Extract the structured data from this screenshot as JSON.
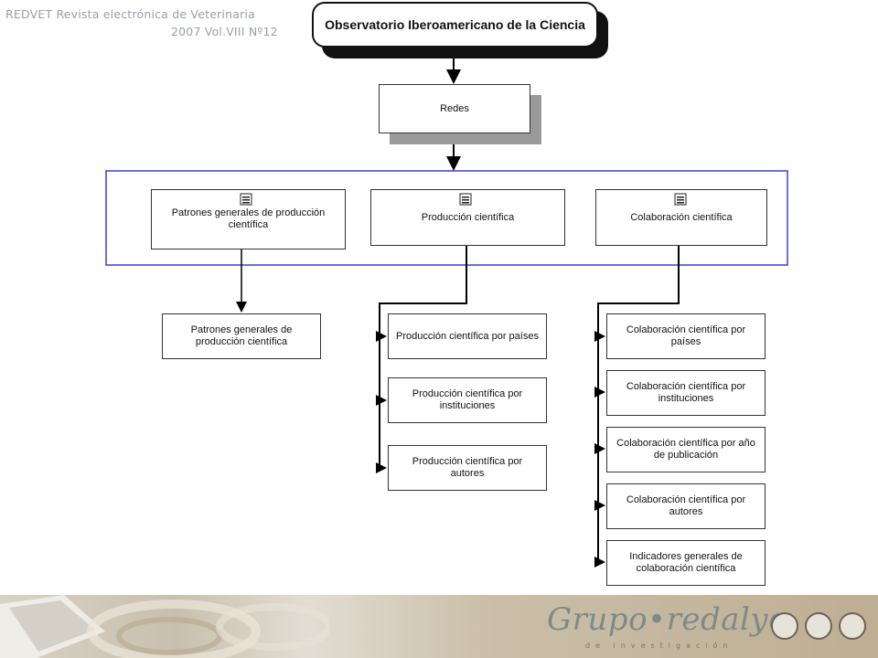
{
  "header": {
    "journal": "REDVET Revista electrónica de Veterinaria",
    "issue": "2007 Vol.VIII Nº12"
  },
  "diagram": {
    "root": "Observatorio Iberoamericano de la Ciencia",
    "level2": "Redes",
    "categories": [
      "Patrones generales de producción científica",
      "Producción científica",
      "Colaboración científica"
    ],
    "patrones_children": [
      "Patrones generales de producción científica"
    ],
    "produccion_children": [
      "Producción científica por países",
      "Producción científica por instituciones",
      "Producción científica por autores"
    ],
    "colaboracion_children": [
      "Colaboración científica por países",
      "Colaboración científica por instituciones",
      "Colaboración científica por año de publicación",
      "Colaboración científica por autores",
      "Indicadores generales de colaboración científica"
    ]
  },
  "footer": {
    "logo": "Grupo•redalyc",
    "logo_sub": "de investigación"
  },
  "colors": {
    "frame": "#3b3fd6",
    "connector": "#000000"
  },
  "icons": [
    "document-icon",
    "seal-icon"
  ]
}
